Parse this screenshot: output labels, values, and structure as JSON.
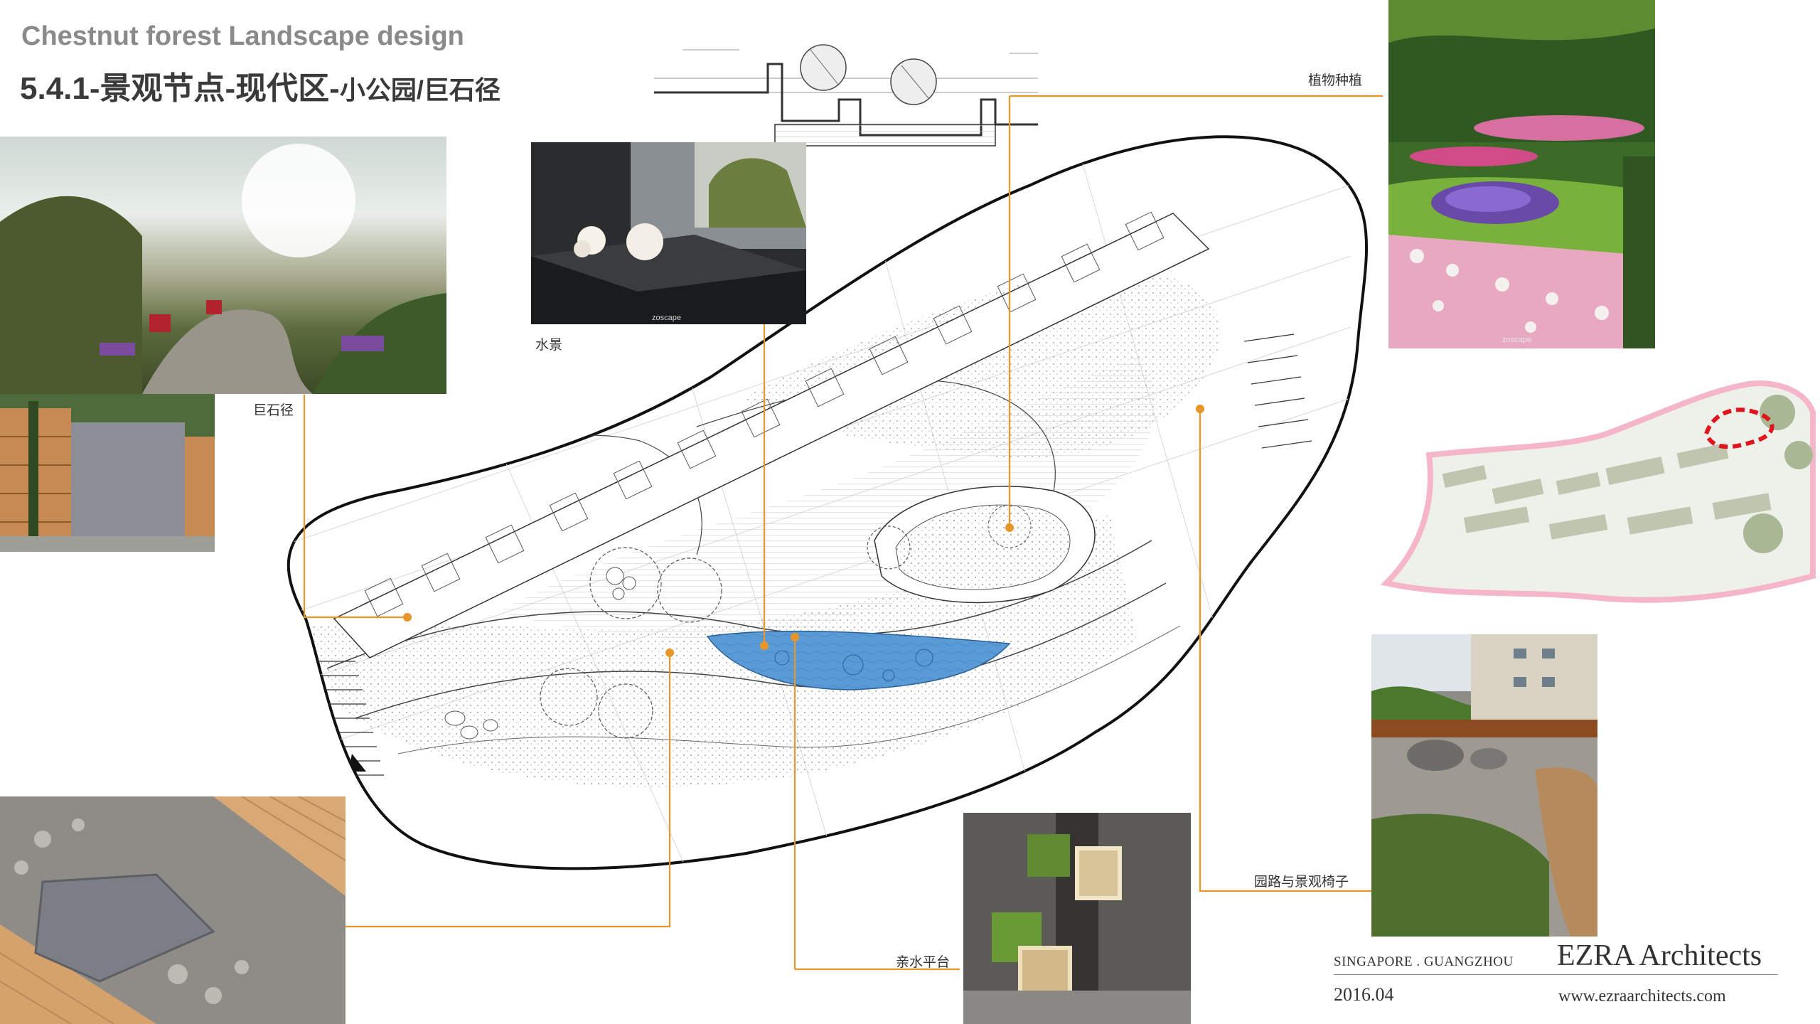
{
  "header": {
    "title_en": "Chestnut forest Landscape design",
    "title_cn_main": "5.4.1-景观节点-现代区-",
    "title_cn_sub": "小公园/巨石径"
  },
  "labels": {
    "boulder_path": "巨石径",
    "water_feature": "水景",
    "planting": "植物种植",
    "path_bench": "园路与景观椅子",
    "water_platform": "亲水平台"
  },
  "watermark": "zoscape",
  "footer": {
    "location": "SINGAPORE . GUANGZHOU",
    "date": "2016.04",
    "firm": "EZRA Architects",
    "website": "www.ezraarchitects.com"
  },
  "colors": {
    "leader": "#e8962a",
    "pond": "#5b9bd5",
    "boundary": "#111111",
    "highlight": "#d42020"
  }
}
